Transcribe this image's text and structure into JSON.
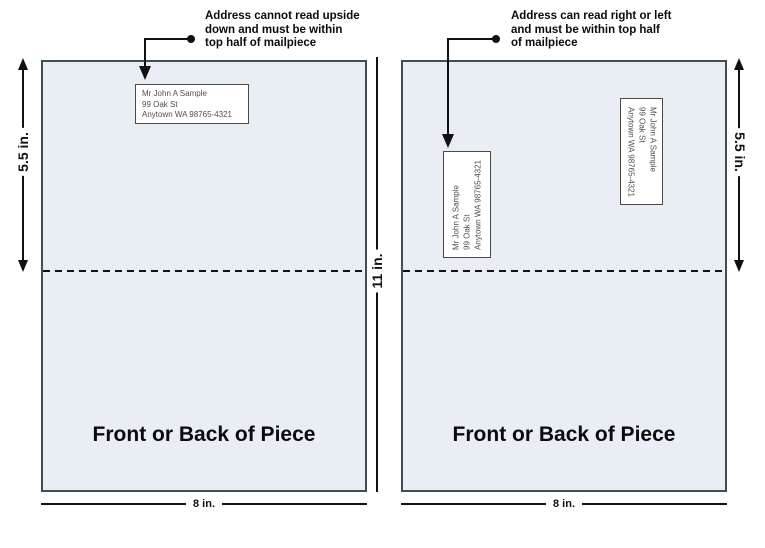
{
  "figure": {
    "left": {
      "annotation": "Address cannot read upside\ndown and must be within\ntop half of mailpiece",
      "address_label": "Mr John A Sample\n99 Oak St\nAnytown WA 98765-4321",
      "piece_label": "Front or Back of Piece",
      "height_dim": "5.5 in.",
      "width_dim": "8 in."
    },
    "right": {
      "annotation": "Address can read right or left\nand must be within top half\nof mailpiece",
      "address_label_read_up": "Mr John A Sample\n99 Oak St\nAnytown WA 98765-4321",
      "address_label_read_down": "Mr John A Sample\n99 Oak St\nAnytown WA 98765-4321",
      "piece_label": "Front or Back of Piece",
      "height_dim": "5.5 in.",
      "width_dim": "8 in."
    },
    "center_height_dim": "11 in."
  },
  "colors": {
    "panel_fill": "#e8eef4",
    "panel_border": "#3e4f5a",
    "line": "#111111",
    "label_border": "#4a4a4a",
    "label_text": "#4f4f4f"
  }
}
